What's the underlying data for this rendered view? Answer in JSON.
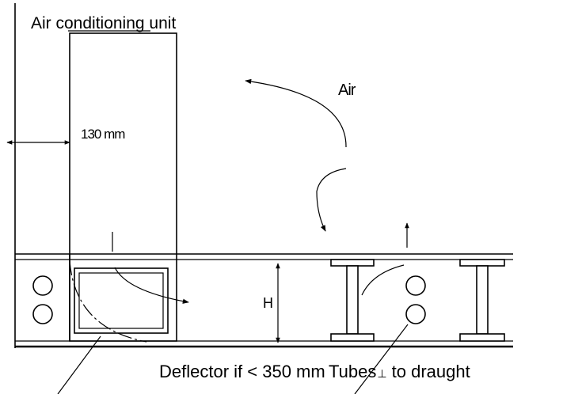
{
  "labels": {
    "unit": "Air conditioning unit",
    "air": "Air",
    "gap": "130 mm",
    "height": "H",
    "deflector_prefix": "Deflector if ",
    "deflector_condition": "< 350 mm",
    "tubes": "Tubes",
    "tubes_symbol": "⊥",
    "tubes_suffix": " to draught"
  },
  "colors": {
    "line": "#000000",
    "background": "#ffffff"
  }
}
